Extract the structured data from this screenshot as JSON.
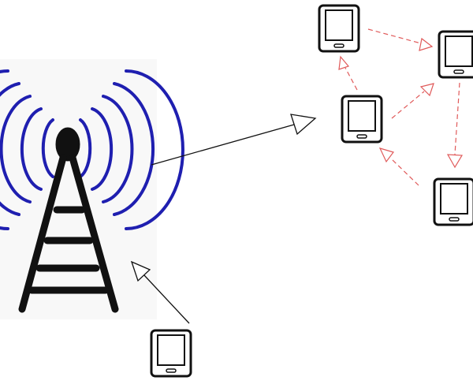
{
  "diagram": {
    "nodes": [
      {
        "id": "tower",
        "type": "cell-tower",
        "icon": "cell-tower-icon"
      },
      {
        "id": "phone-1",
        "type": "smartphone",
        "icon": "smartphone-icon"
      },
      {
        "id": "phone-2",
        "type": "smartphone",
        "icon": "smartphone-icon"
      },
      {
        "id": "phone-3",
        "type": "smartphone",
        "icon": "smartphone-icon"
      },
      {
        "id": "phone-4",
        "type": "smartphone",
        "icon": "smartphone-icon"
      },
      {
        "id": "phone-5",
        "type": "smartphone",
        "icon": "smartphone-icon"
      }
    ],
    "edges": [
      {
        "from": "tower",
        "to": "phone-3",
        "style": "solid"
      },
      {
        "from": "phone-5",
        "to": "tower",
        "style": "solid"
      },
      {
        "from": "phone-1",
        "to": "phone-2",
        "style": "dashed"
      },
      {
        "from": "phone-3",
        "to": "phone-1",
        "style": "dashed"
      },
      {
        "from": "phone-3",
        "to": "phone-2",
        "style": "dashed"
      },
      {
        "from": "phone-2",
        "to": "phone-4",
        "style": "dashed"
      },
      {
        "from": "phone-4",
        "to": "phone-3",
        "style": "dashed"
      }
    ]
  },
  "colors": {
    "background": "#ffffff",
    "tower_panel": "#f8f8f8",
    "tower_structure": "#111111",
    "radio_waves": "#1f1fb0",
    "phone_outline": "#111111",
    "uplink_arrow": "#111111",
    "mesh_arrow": "#e05a5a"
  }
}
